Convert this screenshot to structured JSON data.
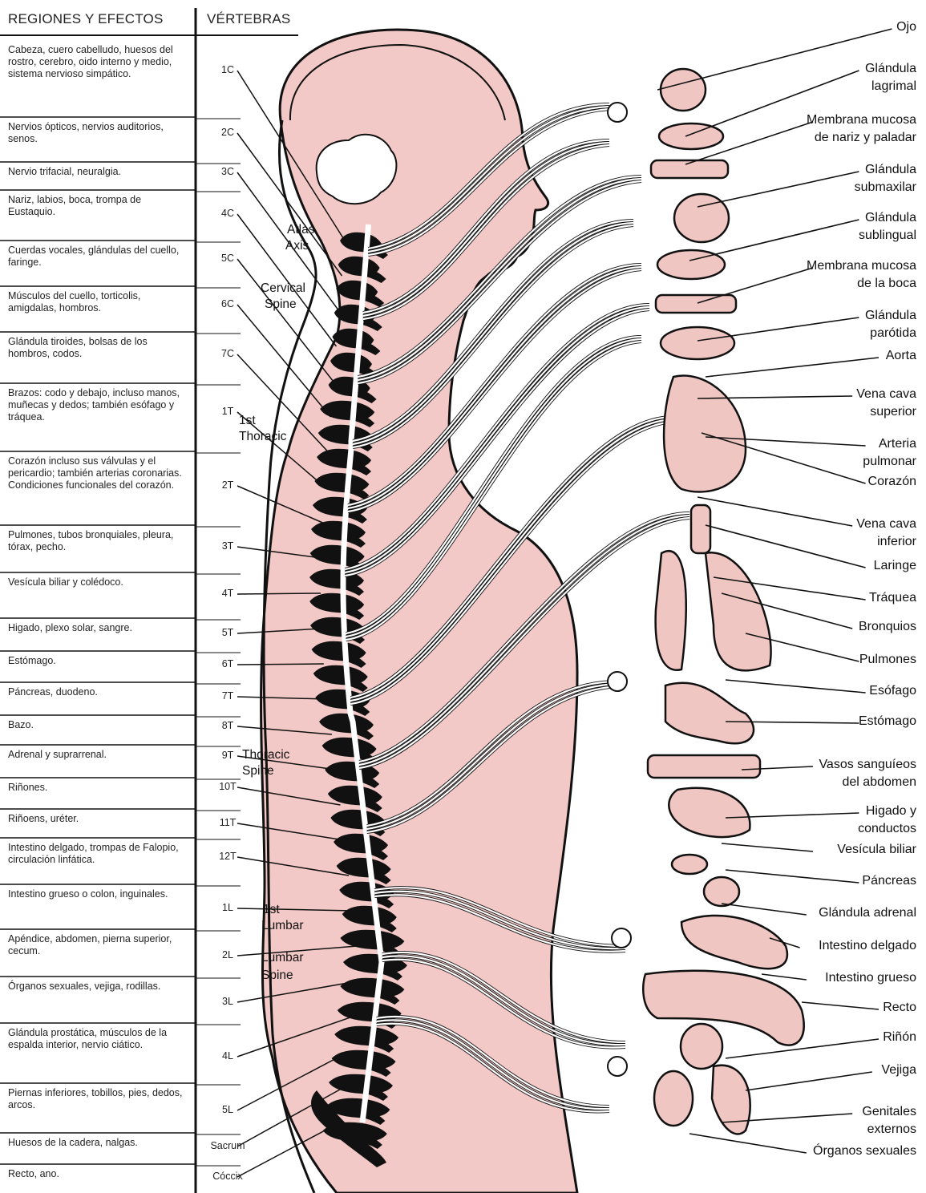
{
  "header": {
    "regions_title": "REGIONES Y EFECTOS",
    "vertebrae_title": "VÉRTEBRAS"
  },
  "rows": [
    {
      "region": "Cabeza, cuero cabelludo, huesos del rostro, cerebro, oido interno y medio, sistema nervioso simpático.",
      "vertebra": "1C"
    },
    {
      "region": "Nervios ópticos, nervios auditorios, senos.",
      "vertebra": "2C"
    },
    {
      "region": "Nervio trifacial, neuralgia.",
      "vertebra": "3C"
    },
    {
      "region": "Nariz, labios, boca, trompa de Eustaquio.",
      "vertebra": "4C"
    },
    {
      "region": "Cuerdas vocales, glándulas del cuello, faringe.",
      "vertebra": "5C"
    },
    {
      "region": "Músculos del cuello, torticolis, amigdalas, hombros.",
      "vertebra": "6C"
    },
    {
      "region": "Glándula tiroides, bolsas de los hombros, codos.",
      "vertebra": "7C"
    },
    {
      "region": "Brazos: codo y debajo, incluso manos, muñecas y dedos; también esófago y tráquea.",
      "vertebra": "1T"
    },
    {
      "region": "Corazón incluso sus válvulas y el pericardio; también arterias coronarias. Condiciones funcionales del corazón.",
      "vertebra": "2T"
    },
    {
      "region": "Pulmones, tubos bronquiales, pleura, tórax, pecho.",
      "vertebra": "3T"
    },
    {
      "region": "Vesícula biliar y colédoco.",
      "vertebra": "4T"
    },
    {
      "region": "Higado, plexo solar, sangre.",
      "vertebra": "5T"
    },
    {
      "region": "Estómago.",
      "vertebra": "6T"
    },
    {
      "region": "Páncreas, duodeno.",
      "vertebra": "7T"
    },
    {
      "region": "Bazo.",
      "vertebra": "8T"
    },
    {
      "region": "Adrenal y suprarrenal.",
      "vertebra": "9T"
    },
    {
      "region": "Riñones.",
      "vertebra": "10T"
    },
    {
      "region": "Riñoens, uréter.",
      "vertebra": "11T"
    },
    {
      "region": "Intestino delgado, trompas de Falopio, circulación linfática.",
      "vertebra": "12T"
    },
    {
      "region": "Intestino grueso o colon, inguinales.",
      "vertebra": "1L"
    },
    {
      "region": "Apéndice, abdomen, pierna superior, cecum.",
      "vertebra": "2L"
    },
    {
      "region": "Órganos sexuales, vejiga, rodillas.",
      "vertebra": "3L"
    },
    {
      "region": "Glándula prostática, músculos de la espalda interior, nervio ciático.",
      "vertebra": "4L"
    },
    {
      "region": "Piernas inferiores, tobillos, pies, dedos, arcos.",
      "vertebra": "5L"
    },
    {
      "region": "Huesos de la cadera, nalgas.",
      "vertebra": "Sacrum"
    },
    {
      "region": "Recto, ano.",
      "vertebra": "Cóccix"
    }
  ],
  "spine_labels": {
    "atlas": "Atlas",
    "axis": "Axis",
    "cervical": "Cervical",
    "cervical_spine": "Spine",
    "first_thoracic_a": "1st",
    "first_thoracic_b": "Thoracic",
    "thoracic": "Thoracic",
    "thoracic_spine": "Spine",
    "first_lumbar_a": "1st",
    "first_lumbar_b": "Lumbar",
    "lumbar": "Lumbar",
    "lumbar_spine": "Spine"
  },
  "organs": [
    {
      "line1": "Ojo",
      "line2": ""
    },
    {
      "line1": "Glándula",
      "line2": "lagrimal"
    },
    {
      "line1": "Membrana mucosa",
      "line2": "de nariz y paladar"
    },
    {
      "line1": "Glándula",
      "line2": "submaxilar"
    },
    {
      "line1": "Glándula",
      "line2": "sublingual"
    },
    {
      "line1": "Membrana mucosa",
      "line2": "de la boca"
    },
    {
      "line1": "Glándula",
      "line2": "parótida"
    },
    {
      "line1": "Aorta",
      "line2": ""
    },
    {
      "line1": "Vena cava",
      "line2": "superior"
    },
    {
      "line1": "Arteria",
      "line2": "pulmonar"
    },
    {
      "line1": "Corazón",
      "line2": ""
    },
    {
      "line1": "Vena cava",
      "line2": "inferior"
    },
    {
      "line1": "Laringe",
      "line2": ""
    },
    {
      "line1": "Tráquea",
      "line2": ""
    },
    {
      "line1": "Bronquios",
      "line2": ""
    },
    {
      "line1": "Pulmones",
      "line2": ""
    },
    {
      "line1": "Esófago",
      "line2": ""
    },
    {
      "line1": "Estómago",
      "line2": ""
    },
    {
      "line1": "Vasos sanguíeos",
      "line2": "del abdomen"
    },
    {
      "line1": "Higado y",
      "line2": "conductos"
    },
    {
      "line1": "Vesícula biliar",
      "line2": ""
    },
    {
      "line1": "Páncreas",
      "line2": ""
    },
    {
      "line1": "Glándula adrenal",
      "line2": ""
    },
    {
      "line1": "Intestino delgado",
      "line2": ""
    },
    {
      "line1": "Intestino grueso",
      "line2": ""
    },
    {
      "line1": "Recto",
      "line2": ""
    },
    {
      "line1": "Riñón",
      "line2": ""
    },
    {
      "line1": "Vejiga",
      "line2": ""
    },
    {
      "line1": "Genitales",
      "line2": "externos"
    },
    {
      "line1": "Órganos sexuales",
      "line2": ""
    }
  ],
  "colors": {
    "body_fill": "#f2c9c6",
    "organ_fill": "#f0c6c3",
    "ink": "#111111",
    "nerve": "#ffffff"
  }
}
